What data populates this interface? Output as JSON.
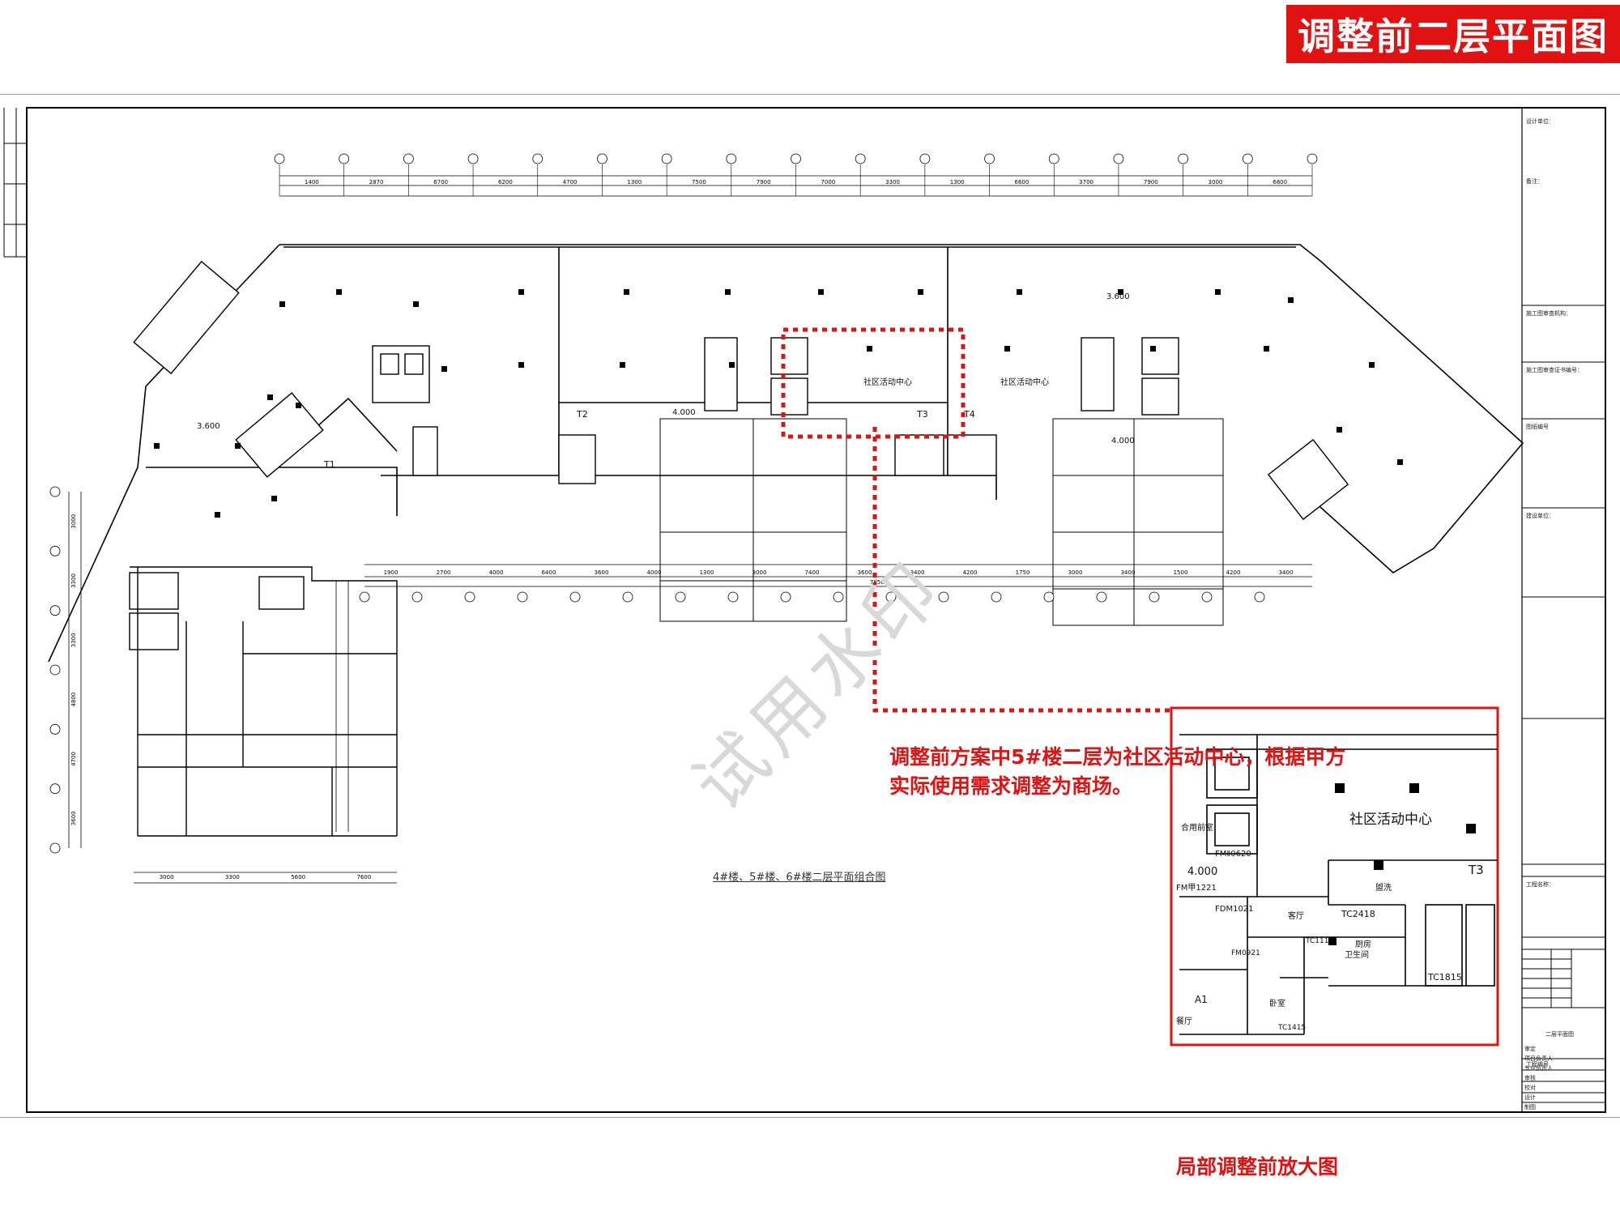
{
  "banner": {
    "title": "调整前二层平面图",
    "bg_color": "#e01212"
  },
  "watermark": "试用水印",
  "plan_caption": "4#楼、5#楼、6#楼二层平面组合图",
  "annotation": {
    "line1": "调整前方案中5#楼二层为社区活动中心，根据甲方",
    "line2": "实际使用需求调整为商场。"
  },
  "zoom_label": "局部调整前放大图",
  "plan_labels": {
    "community_center_1": "社区活动中心",
    "community_center_2": "社区活动中心",
    "elev_1": "3.600",
    "elev_2": "3.600",
    "elev_3": "4.000",
    "elev_4": "4.000",
    "t2": "T2",
    "t3": "T3",
    "t4": "T4",
    "t1": "T1"
  },
  "zoom_labels": {
    "center": "社区活动中心",
    "t3": "T3",
    "elev": "4.000",
    "fm0620": "FMⅡ0620",
    "fm1221": "FM甲1221",
    "fdm1021": "FDM1021",
    "tc2418": "TC2418",
    "tc1115": "TC1115",
    "tc1815": "TC1815",
    "tc1415": "TC1415",
    "fm0921": "FM0921",
    "a1": "A1",
    "room_kitchen": "厨房",
    "room_bath": "卫生间",
    "room_wash": "盥洗",
    "room_living": "客厅",
    "room_bed": "卧室",
    "room_dining": "餐厅",
    "room_hall": "合用前室"
  },
  "title_block": {
    "design_unit": "设计单位：",
    "note": "备注：",
    "review": "施工图审查机构：",
    "cert": "施工图审查证书编号：",
    "drawing_no": "图纸编号",
    "owner": "建设单位：",
    "project": "工程名称：",
    "sheet_name": "二层平面图",
    "project_no": "工程编号",
    "rows": [
      "审定",
      "项目负责人",
      "专业负责人",
      "审核",
      "校对",
      "设计",
      "制图"
    ]
  },
  "dims_top": [
    "1400",
    "2870",
    "6700",
    "6200",
    "4700",
    "1300",
    "7500",
    "7900",
    "7000",
    "3300",
    "1300",
    "6600",
    "3700",
    "7900",
    "3000",
    "6800"
  ],
  "dims_bottom": [
    "1900",
    "2700",
    "4000",
    "6400",
    "3600",
    "4000",
    "1300",
    "3000",
    "7400",
    "3600",
    "3400",
    "4200",
    "1750",
    "3000",
    "3400",
    "1500",
    "4200",
    "3400"
  ],
  "dims_left": [
    "3000",
    "3300",
    "3300",
    "4800",
    "4700",
    "3600"
  ],
  "dims_sw_bottom": [
    "3000",
    "3300",
    "5600",
    "7600"
  ],
  "total_dim": "78500",
  "accent_red": "#e01212"
}
